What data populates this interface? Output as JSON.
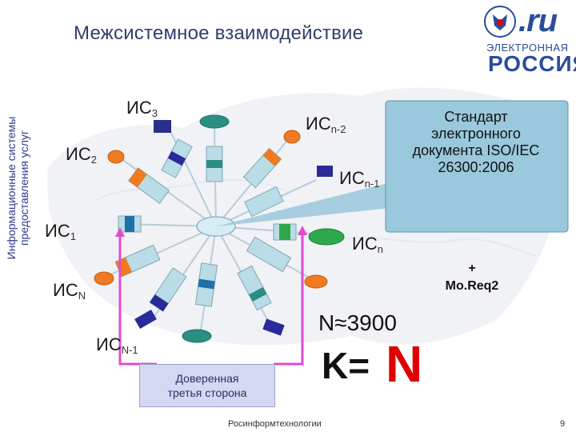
{
  "slide": {
    "title": "Межсистемное взаимодействие",
    "vertical_label": "Информационные системы предоставления услуг",
    "logo": {
      "ru_text": ".ru",
      "line1": "ЭЛЕКТРОННАЯ",
      "line2": "РОССИЯ",
      "emblem_icon": "double-headed-eagle-emblem"
    },
    "nodes": [
      {
        "id": "is3",
        "main": "ИС",
        "sub": "3"
      },
      {
        "id": "is2",
        "main": "ИС",
        "sub": "2"
      },
      {
        "id": "is1",
        "main": "ИС",
        "sub": "1"
      },
      {
        "id": "isN",
        "main": "ИС",
        "sub": "N"
      },
      {
        "id": "isN1",
        "main": "ИС",
        "sub": "N-1"
      },
      {
        "id": "isn2",
        "main": "ИС",
        "sub": "n-2"
      },
      {
        "id": "isn1",
        "main": "ИС",
        "sub": "n-1"
      },
      {
        "id": "isn",
        "main": "ИС",
        "sub": "n"
      }
    ],
    "callout": {
      "lines": [
        "Стандарт",
        "электронного",
        "документа ISO/IEC",
        "26300:2006"
      ]
    },
    "plus_block": {
      "plus": "+",
      "text": "Mo.Req2"
    },
    "n_estimate": {
      "symbol": "N",
      "approx": "≈",
      "value": "3900"
    },
    "k_formula": {
      "left": "K=",
      "right": "N"
    },
    "trusted_party": {
      "line1": "Доверенная",
      "line2": "третья сторона"
    },
    "footer": "Росинформтехнологии",
    "page_number": "9",
    "colors": {
      "title": "#2f3f6a",
      "hub_fill": "#d8ecf4",
      "ellipse_teal": "#2a8f82",
      "ellipse_green": "#2ea84a",
      "box_navy": "#2a2f8a",
      "box_orange": "#f07a20",
      "box_purple": "#2a2a9a",
      "connector": "#b7cdd6",
      "pink_route": "#e04ad0",
      "callout_fill": "#9ac8dc",
      "k_red": "#e00000"
    }
  }
}
